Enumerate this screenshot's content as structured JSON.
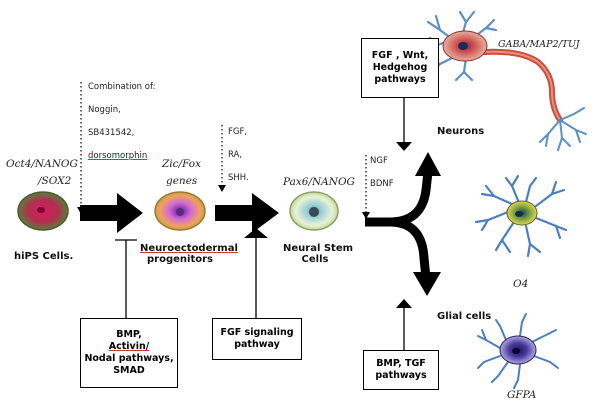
{
  "stages": {
    "hips": {
      "markers": [
        "Oct4/NANOG",
        "/SOX2"
      ],
      "label": "hiPS Cells."
    },
    "neuroectodermal": {
      "markers": [
        "Zic/Fox",
        "genes"
      ],
      "label": [
        "Neuroectodermal",
        "progenitors"
      ]
    },
    "nsc": {
      "markers": [
        "Pax6/NANOG"
      ],
      "label": [
        "Neural Stem",
        "Cells"
      ]
    },
    "neurons": {
      "label": "Neurons",
      "marker": "GABA/MAP2/TUJ"
    },
    "oligo": {
      "marker": "O4"
    },
    "glial": {
      "label": "Glial cells",
      "marker": "GFPA"
    }
  },
  "inducers": {
    "combination": {
      "title": "Combination of:",
      "items": [
        "Noggin,",
        "SB431542,",
        "dorsomorphin"
      ]
    },
    "fgf_ra_shh": {
      "items": [
        "FGF,",
        "RA,",
        "SHH."
      ]
    },
    "ngf_bdnf": {
      "items": [
        "NGF",
        "BDNF"
      ]
    }
  },
  "boxes": {
    "fgf_wnt": [
      "FGF , Wnt,",
      "Hedgehog",
      "pathways"
    ],
    "bmp_activin": [
      "BMP,",
      "Activin/",
      "Nodal pathways,",
      "SMAD"
    ],
    "fgf_signaling": [
      "FGF signaling",
      "pathway"
    ],
    "bmp_tgf": [
      "BMP, TGF",
      "pathways"
    ]
  },
  "colors": {
    "hips_cell": "#c2185b",
    "neuroectodermal_cell": "#9c4dcc",
    "nsc_cell": "#a8d8e0",
    "neuron_body": "#d94a4a",
    "dendrite": "#5b8fc7",
    "oligo_body": "#6b9a3a",
    "astro_body": "#3a2d8a",
    "arrow": "#000000"
  }
}
